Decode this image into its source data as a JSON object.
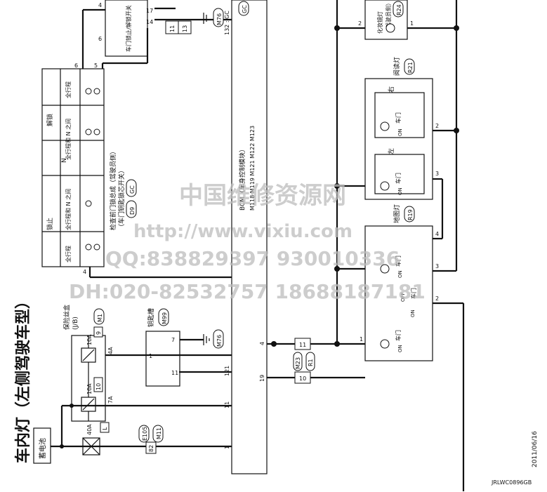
{
  "title": "车内灯（左侧驾驶车型）",
  "battery": "蓄电池",
  "fuse_block": {
    "label": "保险丝盒",
    "sub": "(J/B)",
    "conn": "M1"
  },
  "fuses": [
    {
      "amp": "10A",
      "num": "9",
      "pin": "4A"
    },
    {
      "amp": "10A",
      "num": "10",
      "pin": "7A"
    },
    {
      "amp": "40A",
      "num": "L"
    }
  ],
  "fusible_conn": {
    "e": "E105",
    "m": "M11",
    "pin": "82"
  },
  "key_slot": {
    "label": "钥匙槽",
    "conn": "M99",
    "pins": [
      "1",
      "7",
      "11"
    ],
    "ground": "M76"
  },
  "bcm": {
    "label": "BCM（车身控制模块）",
    "conns": [
      "M118",
      "M119",
      "M121",
      "M122",
      "M123"
    ],
    "pins": [
      "1",
      "11",
      "121",
      "11",
      "19",
      "4",
      "132",
      "GC"
    ]
  },
  "door_switch": {
    "label": "检查前门锁总成（驾驶员侧）",
    "sub": "（车门钥匙锁芯开关）",
    "conn": "D9",
    "gc": "GC",
    "header_lock": "锁止",
    "header_unlock": "解锁",
    "header_n": "N",
    "rows": [
      "全行程",
      "全行程和 N 之间",
      "全行程和 N 之间",
      "全行程"
    ],
    "pins": [
      "4",
      "5",
      "6"
    ]
  },
  "door_unlock_sensor": {
    "label": "车门锁止/解锁开关",
    "pins": [
      "4",
      "6",
      "14",
      "17",
      "11",
      "13"
    ],
    "ground": "M76",
    "gc": "GC"
  },
  "vanity_lamp": {
    "label": "化妆镜灯",
    "sub": "（驾驶员侧）",
    "conn": "R24",
    "pins": [
      "2",
      "1"
    ]
  },
  "reading_lamp": {
    "label": "阅读灯",
    "conn": "R21",
    "right": "右",
    "left": "左",
    "door": "车门",
    "on": "ON",
    "pins": [
      "2",
      "3"
    ]
  },
  "map_lamp": {
    "label": "地图灯",
    "conn": "R19",
    "door": "车门",
    "on": "ON",
    "off": "OFF",
    "pins": [
      "4",
      "3",
      "2",
      "1"
    ]
  },
  "harness": {
    "m": "M23",
    "r": "R1",
    "pins": [
      "10",
      "11"
    ]
  },
  "date": "2011/06/16",
  "code": "JRLWC0896GB",
  "watermarks": [
    "中国维修资源网",
    "http://www.vixiu.com",
    "QQ:838829397 930010336",
    "DH:020-82532757 18688187181"
  ]
}
